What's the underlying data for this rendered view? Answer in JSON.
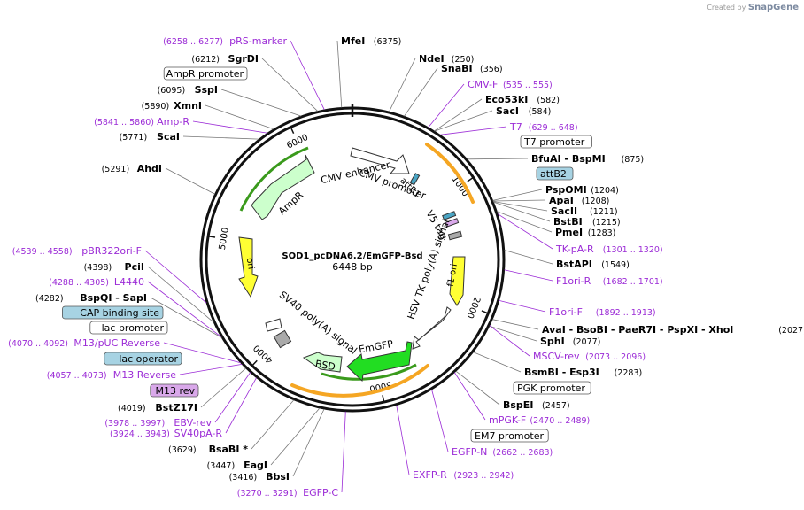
{
  "credit": {
    "prefix": "Created by",
    "brand": "SnapGene"
  },
  "plasmid": {
    "name": "SOD1_pcDNA6.2/EmGFP-Bsd",
    "size": "6448 bp",
    "length": 6448
  },
  "ticks": [
    "1000",
    "2000",
    "3000",
    "4000",
    "5000",
    "6000"
  ],
  "features": [
    {
      "name": "CMV enhancer",
      "color": "#ffffff"
    },
    {
      "name": "CMV promoter",
      "color": "#ffffff"
    },
    {
      "name": "attB1",
      "color": "#ffffff"
    },
    {
      "name": "V5 tag",
      "color": "#bbbbbb"
    },
    {
      "name": "f1 ori",
      "color": "#ffff33"
    },
    {
      "name": "HSV TK poly(A) signal",
      "color": "#ffffff"
    },
    {
      "name": "EmGFP",
      "color": "#33ee33"
    },
    {
      "name": "BSD",
      "color": "#ccffcc"
    },
    {
      "name": "SV40 poly(A) signal",
      "color": "#ffffff"
    },
    {
      "name": "ori",
      "color": "#ffff33"
    },
    {
      "name": "AmpR",
      "color": "#ccffcc"
    }
  ],
  "left_labels": [
    {
      "pos": "(6258 .. 6277)",
      "name": "pRS-marker",
      "kind": "primer"
    },
    {
      "pos": "(6212)",
      "name": "SgrDI",
      "kind": "site"
    },
    {
      "name": "AmpR promoter",
      "kind": "box"
    },
    {
      "pos": "(6095)",
      "name": "SspI",
      "kind": "site"
    },
    {
      "pos": "(5890)",
      "name": "XmnI",
      "kind": "site"
    },
    {
      "pos": "(5841 .. 5860)",
      "name": "Amp-R",
      "kind": "primer"
    },
    {
      "pos": "(5771)",
      "name": "ScaI",
      "kind": "site"
    },
    {
      "pos": "(5291)",
      "name": "AhdI",
      "kind": "site"
    },
    {
      "pos": "(4539 .. 4558)",
      "name": "pBR322ori-F",
      "kind": "primer"
    },
    {
      "pos": "(4398)",
      "name": "PciI",
      "kind": "site"
    },
    {
      "pos": "(4288 .. 4305)",
      "name": "L4440",
      "kind": "primer"
    },
    {
      "pos": "(4282)",
      "name": "BspQI - SapI",
      "kind": "site"
    },
    {
      "name": "CAP binding site",
      "kind": "box_blue"
    },
    {
      "name": "lac promoter",
      "kind": "box"
    },
    {
      "pos": "(4070 .. 4092)",
      "name": "M13/pUC Reverse",
      "kind": "primer"
    },
    {
      "name": "lac operator",
      "kind": "box_blue"
    },
    {
      "pos": "(4057 .. 4073)",
      "name": "M13 Reverse",
      "kind": "primer"
    },
    {
      "name": "M13 rev",
      "kind": "box_purple"
    },
    {
      "pos": "(4019)",
      "name": "BstZ17I",
      "kind": "site"
    },
    {
      "pos": "(3978 .. 3997)",
      "name": "EBV-rev",
      "kind": "primer"
    },
    {
      "pos": "(3924 .. 3943)",
      "name": "SV40pA-R",
      "kind": "primer"
    },
    {
      "pos": "(3629)",
      "name": "BsaBI *",
      "kind": "site"
    },
    {
      "pos": "(3447)",
      "name": "EagI",
      "kind": "site"
    },
    {
      "pos": "(3416)",
      "name": "BbsI",
      "kind": "site"
    },
    {
      "pos": "(3270 .. 3291)",
      "name": "EGFP-C",
      "kind": "primer"
    }
  ],
  "right_labels": [
    {
      "name": "MfeI",
      "pos": "(6375)",
      "kind": "site"
    },
    {
      "name": "NdeI",
      "pos": "(250)",
      "kind": "site"
    },
    {
      "name": "SnaBI",
      "pos": "(356)",
      "kind": "site"
    },
    {
      "name": "CMV-F",
      "pos": "(535 .. 555)",
      "kind": "primer"
    },
    {
      "name": "Eco53kI",
      "pos": "(582)",
      "kind": "site"
    },
    {
      "name": "SacI",
      "pos": "(584)",
      "kind": "site"
    },
    {
      "name": "T7",
      "pos": "(629 .. 648)",
      "kind": "primer"
    },
    {
      "name": "T7 promoter",
      "kind": "box"
    },
    {
      "name": "BfuAI - BspMI",
      "pos": "(875)",
      "kind": "site"
    },
    {
      "name": "attB2",
      "kind": "box_blue"
    },
    {
      "name": "PspOMI",
      "pos": "(1204)",
      "kind": "site"
    },
    {
      "name": "ApaI",
      "pos": "(1208)",
      "kind": "site"
    },
    {
      "name": "SacII",
      "pos": "(1211)",
      "kind": "site"
    },
    {
      "name": "BstBI",
      "pos": "(1215)",
      "kind": "site"
    },
    {
      "name": "PmeI",
      "pos": "(1283)",
      "kind": "site"
    },
    {
      "name": "TK-pA-R",
      "pos": "(1301 .. 1320)",
      "kind": "primer"
    },
    {
      "name": "BstAPI",
      "pos": "(1549)",
      "kind": "site"
    },
    {
      "name": "F1ori-R",
      "pos": "(1682 .. 1701)",
      "kind": "primer"
    },
    {
      "name": "F1ori-F",
      "pos": "(1892 .. 1913)",
      "kind": "primer"
    },
    {
      "name": "AvaI - BsoBI - PaeR7I - PspXI - XhoI",
      "pos": "(2027)",
      "kind": "site"
    },
    {
      "name": "SphI",
      "pos": "(2077)",
      "kind": "site"
    },
    {
      "name": "MSCV-rev",
      "pos": "(2073 .. 2096)",
      "kind": "primer"
    },
    {
      "name": "BsmBI - Esp3I",
      "pos": "(2283)",
      "kind": "site"
    },
    {
      "name": "PGK promoter",
      "kind": "box"
    },
    {
      "name": "BspEI",
      "pos": "(2457)",
      "kind": "site"
    },
    {
      "name": "mPGK-F",
      "pos": "(2470 .. 2489)",
      "kind": "primer"
    },
    {
      "name": "EM7 promoter",
      "kind": "box"
    },
    {
      "name": "EGFP-N",
      "pos": "(2662 .. 2683)",
      "kind": "primer"
    },
    {
      "name": "EXFP-R",
      "pos": "(2923 .. 2942)",
      "kind": "primer"
    }
  ],
  "colors": {
    "primer": "#9b2bd6",
    "site": "#000000",
    "box_blue": "#a7d3e3",
    "box_purple": "#d9a8ea",
    "backbone": "#111111"
  }
}
